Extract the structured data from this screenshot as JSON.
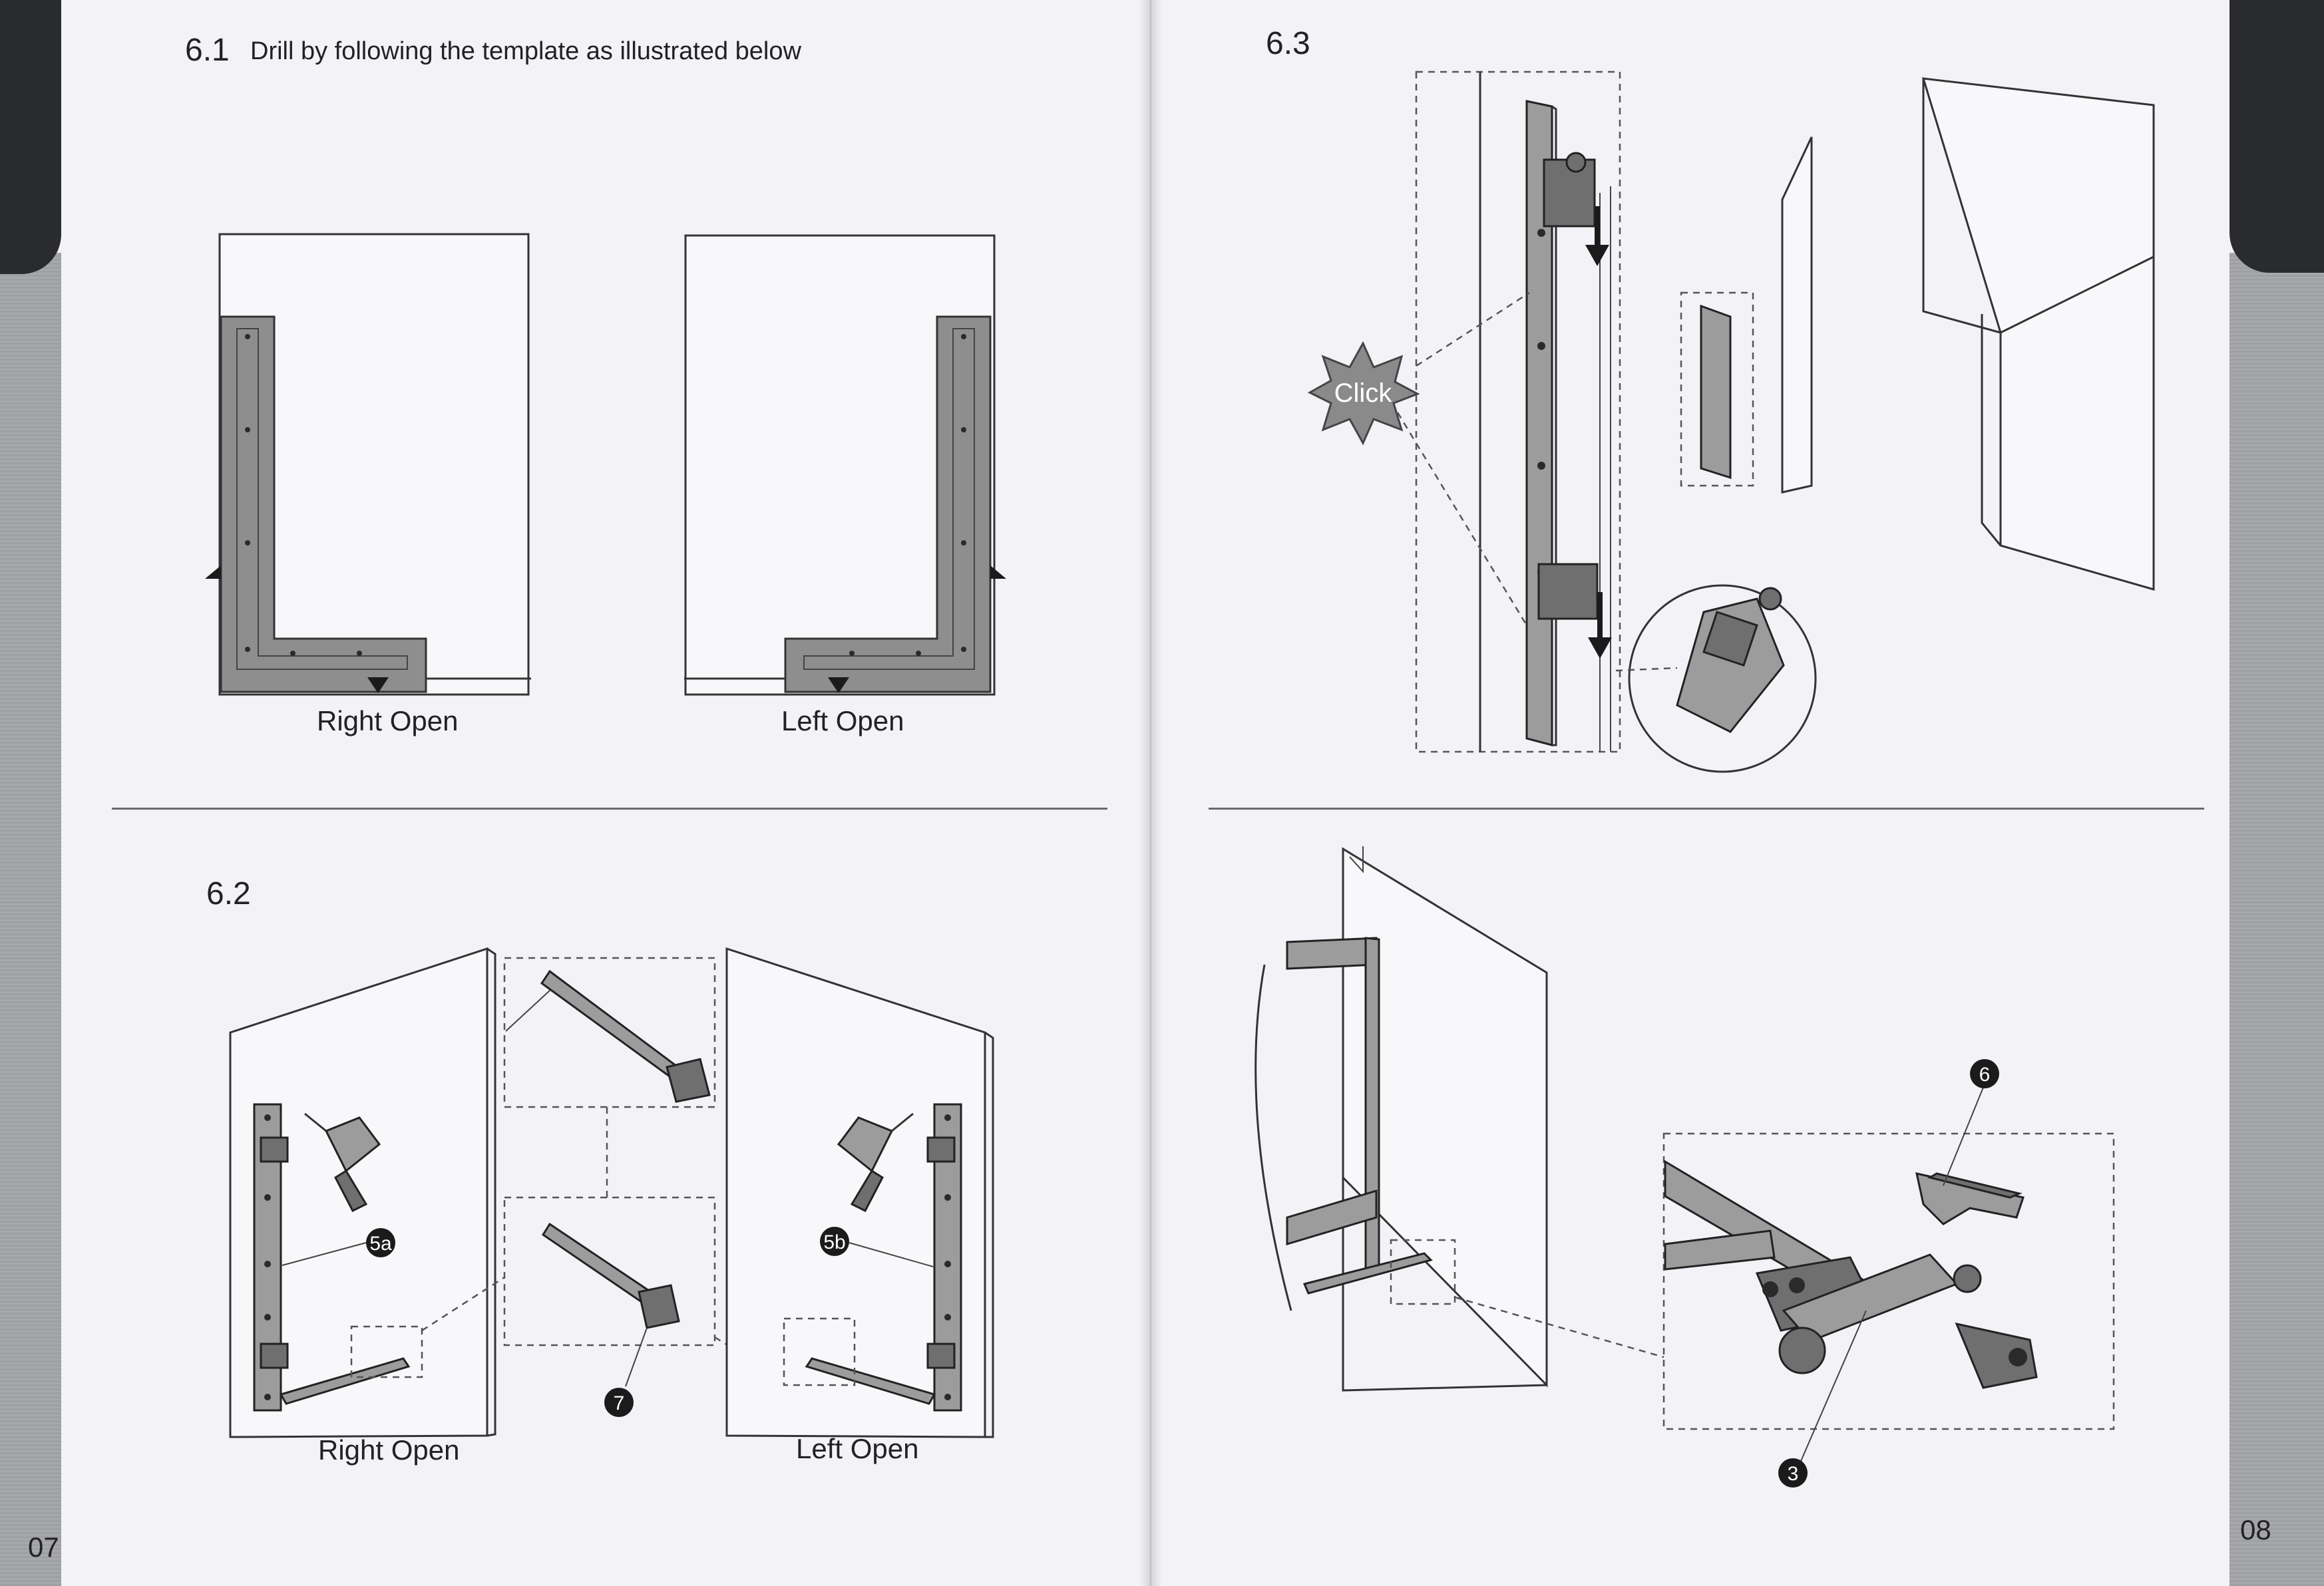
{
  "left_page": {
    "section_61": {
      "number": "6.1",
      "title": "Drill by following the template as illustrated below"
    },
    "section_61_captions": {
      "right": "Right Open",
      "left": "Left Open"
    },
    "section_62": {
      "number": "6.2"
    },
    "section_62_captions": {
      "right": "Right Open",
      "left": "Left Open"
    },
    "badges": {
      "part_5a": "5a",
      "part_5b": "5b",
      "part_7": "7"
    },
    "page_number": "07"
  },
  "right_page": {
    "section_63": {
      "number": "6.3"
    },
    "click_label": "Click",
    "badges": {
      "part_6": "6",
      "part_3": "3"
    },
    "page_number": "08"
  },
  "colors": {
    "page": "#f3f2f6",
    "template_gray": "#8e8e8e",
    "outer_edge": "#8f9092",
    "badge": "#1b1b1b"
  },
  "icons": [
    "drill-icon",
    "arrow-down-icon",
    "triangle-marker-icon",
    "click-burst-icon"
  ]
}
